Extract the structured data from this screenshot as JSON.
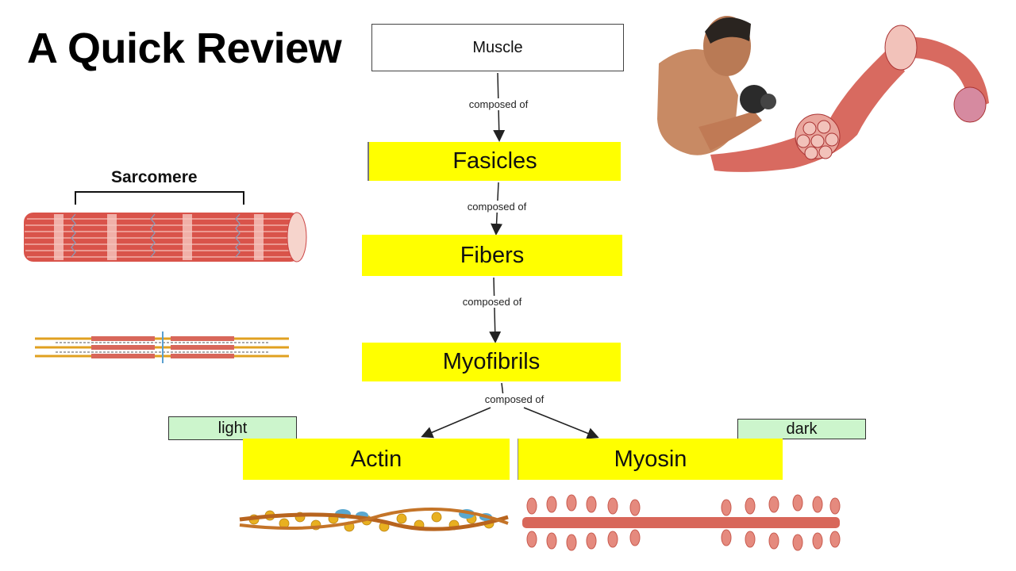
{
  "slide": {
    "title": "A Quick Review"
  },
  "concept_map": {
    "nodes": {
      "muscle": "Muscle",
      "fasicles": "Fasicles",
      "fibers": "Fibers",
      "myofibrils": "Myofibrils",
      "actin": "Actin",
      "myosin": "Myosin"
    },
    "edge_label": "composed of",
    "tags": {
      "light": "light",
      "dark": "dark"
    }
  },
  "illustrations": {
    "sarcomere_label": "Sarcomere"
  },
  "colors": {
    "concept_box": "#ffff00",
    "tag_box": "#ccf5cc",
    "muscle_red": "#d9534a",
    "actin_gold": "#e0a020",
    "myosin_red": "#d8675a"
  }
}
